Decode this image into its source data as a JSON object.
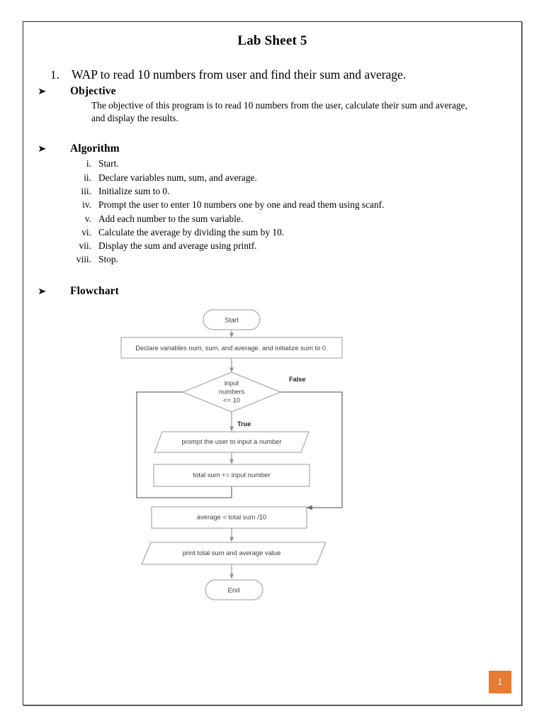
{
  "document": {
    "title": "Lab Sheet 5",
    "page_number": "1",
    "badge_color": "#E87B31"
  },
  "question": {
    "number": "1.",
    "text": "WAP to read 10 numbers from user and find their sum and average."
  },
  "bullet_glyph": "➤",
  "sections": {
    "objective": {
      "heading": "Objective",
      "body": "The objective of  this program is to read 10 numbers from the user, calculate their sum and average, and display the results."
    },
    "algorithm": {
      "heading": "Algorithm",
      "steps": [
        {
          "numeral": "i.",
          "text": "Start."
        },
        {
          "numeral": "ii.",
          "text": "Declare variables num, sum, and average."
        },
        {
          "numeral": "iii.",
          "text": "Initialize sum to 0."
        },
        {
          "numeral": "iv.",
          "text": "Prompt the user to enter 10 numbers one by one and read them using scanf."
        },
        {
          "numeral": "v.",
          "text": "Add each number to the sum variable."
        },
        {
          "numeral": "vi.",
          "text": "Calculate the average by dividing the sum by 10."
        },
        {
          "numeral": "vii.",
          "text": "Display the sum and average using printf."
        },
        {
          "numeral": "viii.",
          "text": "Stop."
        }
      ]
    },
    "flowchart": {
      "heading": "Flowchart",
      "nodes": {
        "start": "Start",
        "declare": "Declare variables num, sum, and average. and initialize sum to 0.",
        "decision_line1": "input",
        "decision_line2": "numbers",
        "decision_line3": "<= 10",
        "prompt": "prompt the user to input a number",
        "accumulate": "total sum += input number",
        "average": "average = total sum /10",
        "print": "print total sum and average value",
        "end": "End"
      },
      "edge_labels": {
        "false": "False",
        "true": "True"
      }
    }
  }
}
